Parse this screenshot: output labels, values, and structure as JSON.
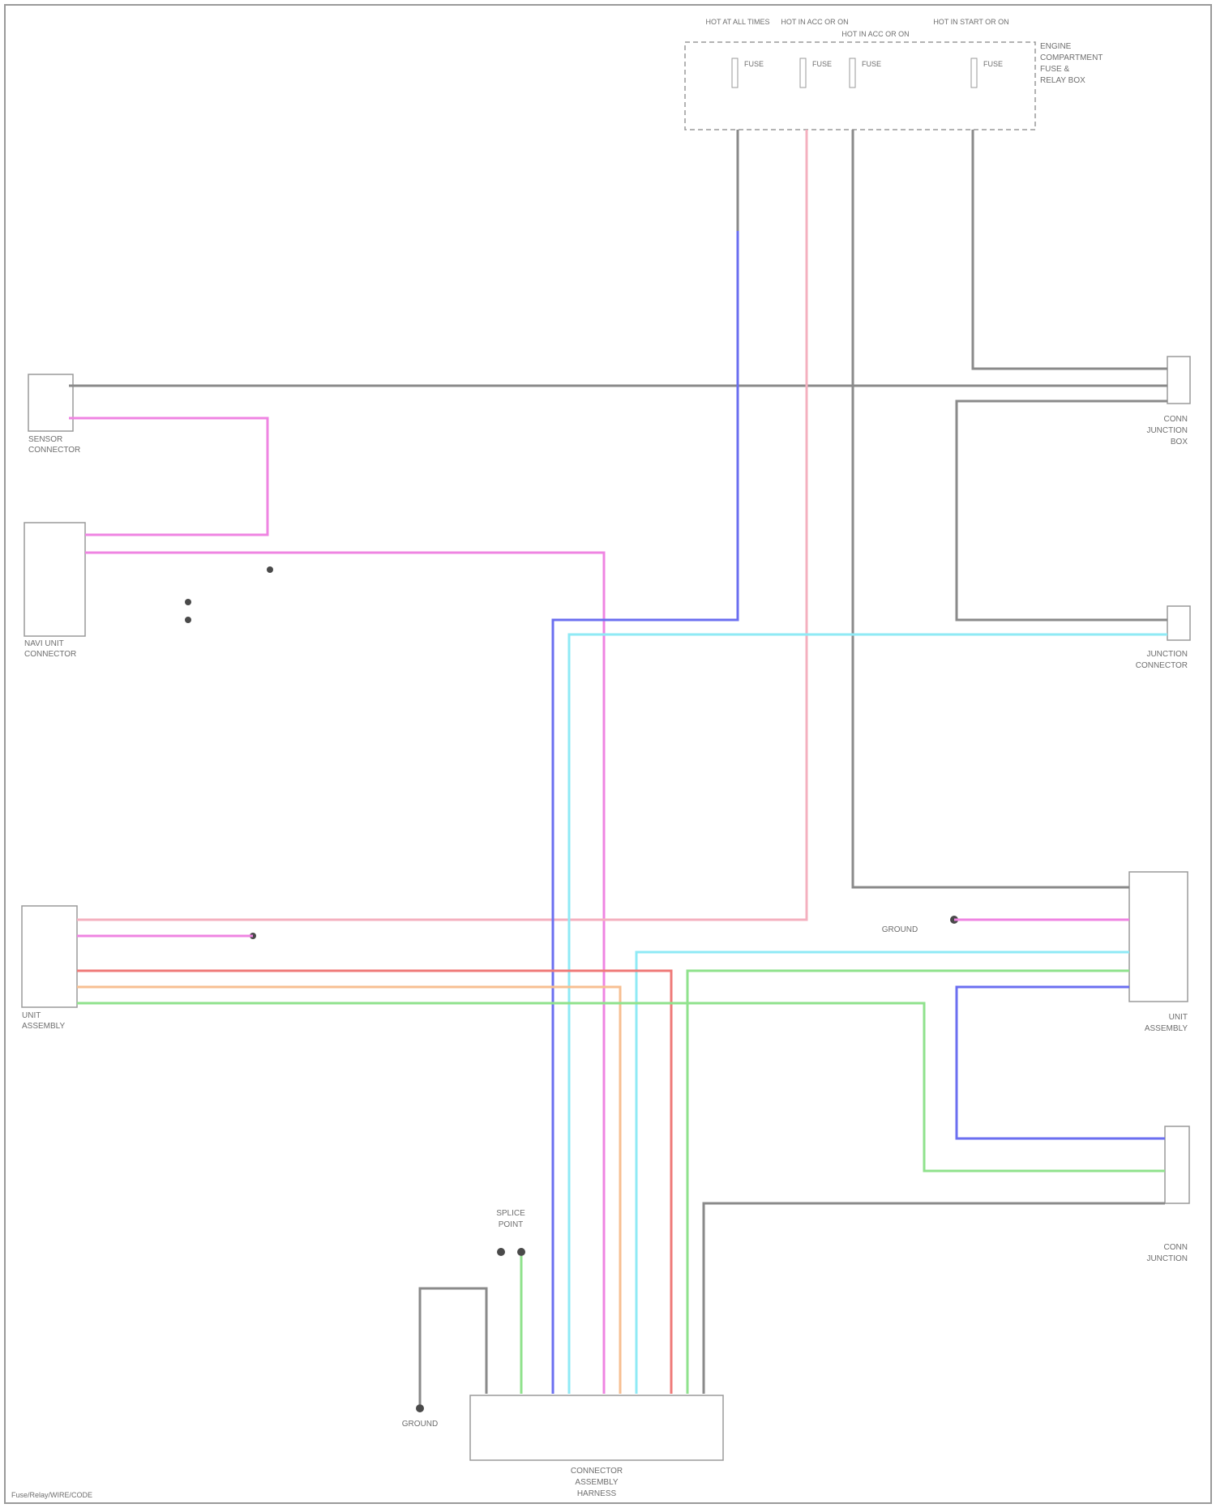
{
  "colors": {
    "background": "#ffffff",
    "border": "#9a9a9a",
    "wire_black": "#8a8a8a",
    "wire_pink": "#ef84e2",
    "wire_light_pink": "#f4b0bf",
    "wire_blue": "#6b6ff0",
    "wire_light_blue": "#8feaf5",
    "wire_red": "#ef7a78",
    "wire_orange": "#f7bf92",
    "wire_light_green": "#8fe28c",
    "text": "#6e6e6e"
  },
  "footer_code": "Fuse/Relay/WIRE/CODE",
  "legibility_note": "",
  "fuse_box": {
    "fuse_titles": [
      "HOT AT ALL TIMES",
      "HOT IN ACC OR ON",
      "HOT IN ACC OR ON",
      "HOT IN START OR ON"
    ],
    "label_lines": [
      "ENGINE",
      "COMPARTMENT",
      "FUSE &",
      "RELAY BOX"
    ],
    "fuse_pins": [
      "FUSE",
      "FUSE",
      "FUSE",
      "FUSE"
    ]
  },
  "components": {
    "sensor_top_left": [
      "SENSOR",
      "CONNECTOR"
    ],
    "sensor_mid_left": [
      "NAVI UNIT",
      "CONNECTOR"
    ],
    "unit_lower_left": [
      "UNIT",
      "ASSEMBLY"
    ],
    "conn_right_upper": [
      "CONN",
      "JUNCTION",
      "BOX"
    ],
    "conn_right_mid": [
      "JUNCTION",
      "CONNECTOR"
    ],
    "unit_right_lower": [
      "UNIT",
      "ASSEMBLY"
    ],
    "conn_right_bottom": [
      "CONN",
      "JUNCTION"
    ],
    "bottom_assembly": [
      "CONNECTOR",
      "ASSEMBLY",
      "HARNESS"
    ],
    "ground_left": [
      "GROUND"
    ],
    "ground_bottom": [
      "GROUND"
    ],
    "splice_bottom": [
      "SPLICE",
      "POINT"
    ]
  }
}
